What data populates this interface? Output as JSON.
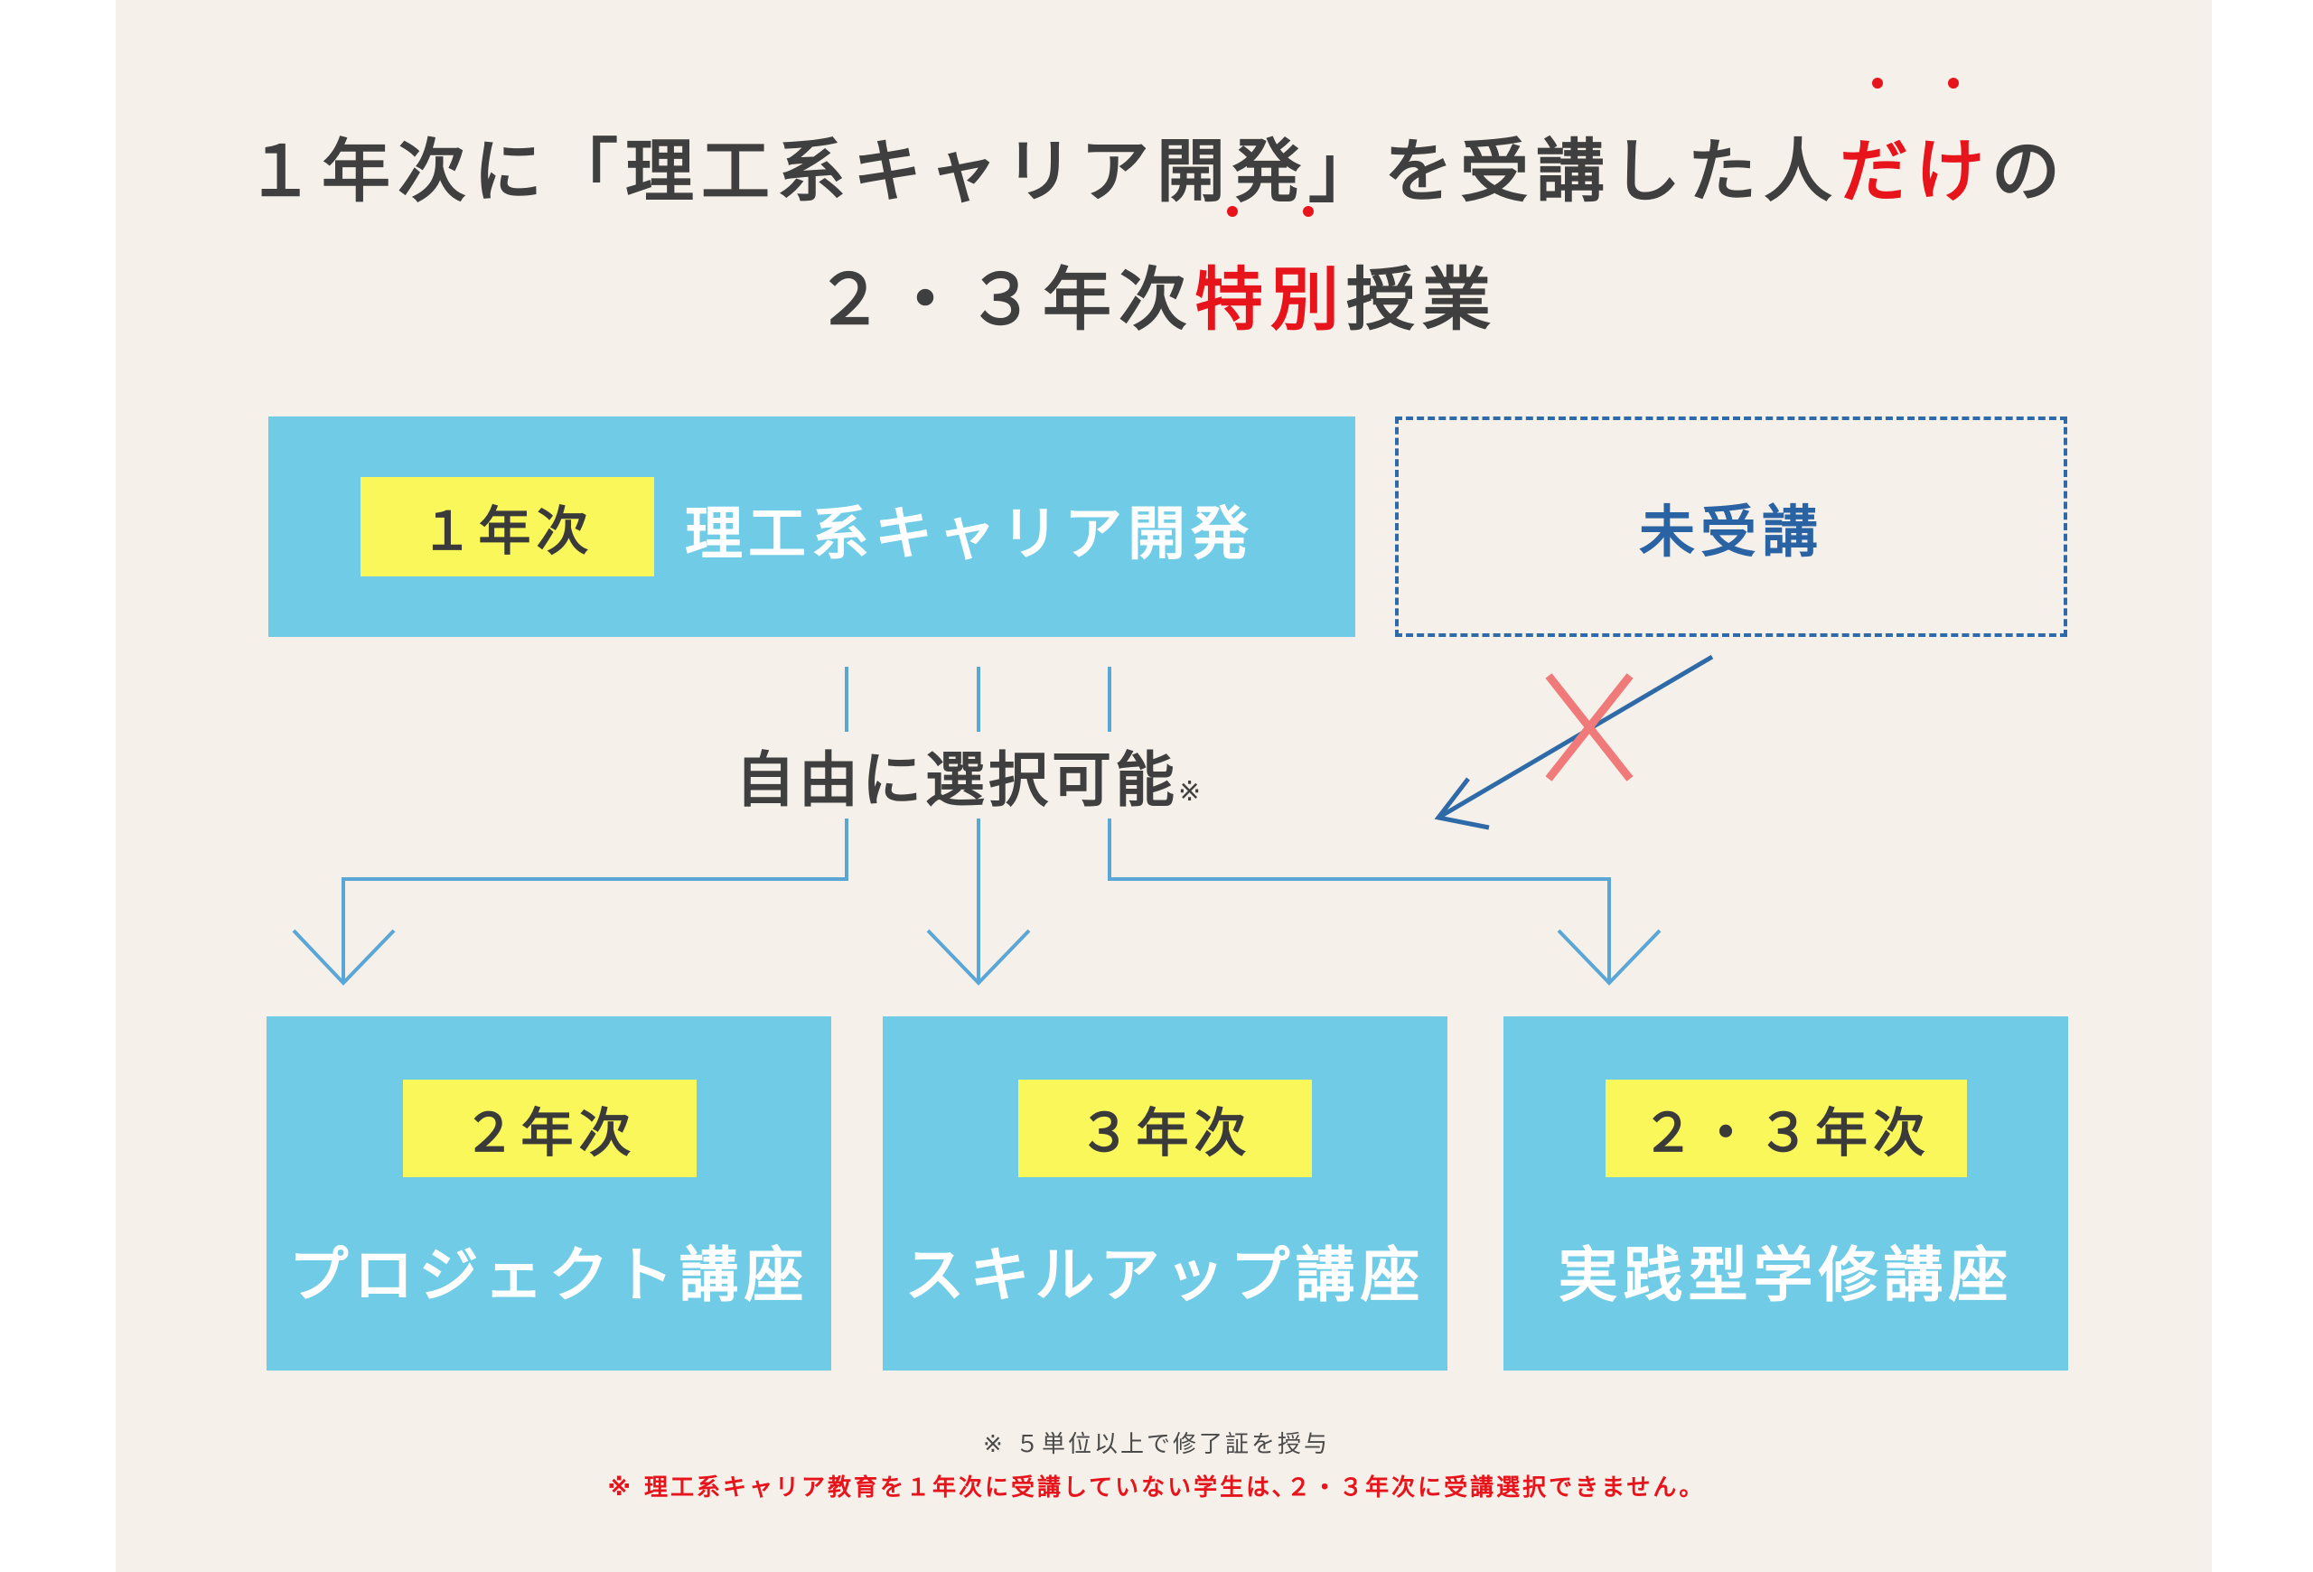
{
  "title": {
    "line1_before": "１年次に「理工系キャリア開発」を受講した人",
    "line1_emphasis": "だけ",
    "line1_after": "の",
    "line2_before": "２・３年次",
    "line2_emphasis": "特別",
    "line2_after": "授業"
  },
  "top_box": {
    "tag": "１年次",
    "label": "理工系キャリア開発"
  },
  "not_taken": {
    "label": "未受講"
  },
  "center_label": {
    "text": "自由に選択可能",
    "mark": "※"
  },
  "courses": [
    {
      "tag": "２年次",
      "label": "プロジェクト講座"
    },
    {
      "tag": "３年次",
      "label": "スキルアップ講座"
    },
    {
      "tag": "２・３年次",
      "label": "実践型学修講座"
    }
  ],
  "notes": {
    "note1": "※ ５単位以上で修了証を授与",
    "note2": "※ 理工系キャリア教育を１年次に受講していない学生は､２・３年次に受講選択できません。"
  },
  "colors": {
    "background": "#f6f0ea",
    "box_blue": "#6fcbe6",
    "tag_yellow": "#f9f75a",
    "emphasis_red": "#e8141c",
    "underline_pink": "#f6aaa4",
    "arrow_blue": "#5aa6d6",
    "dashed_blue": "#2f6aa8",
    "cross_red": "#f07a7a"
  }
}
